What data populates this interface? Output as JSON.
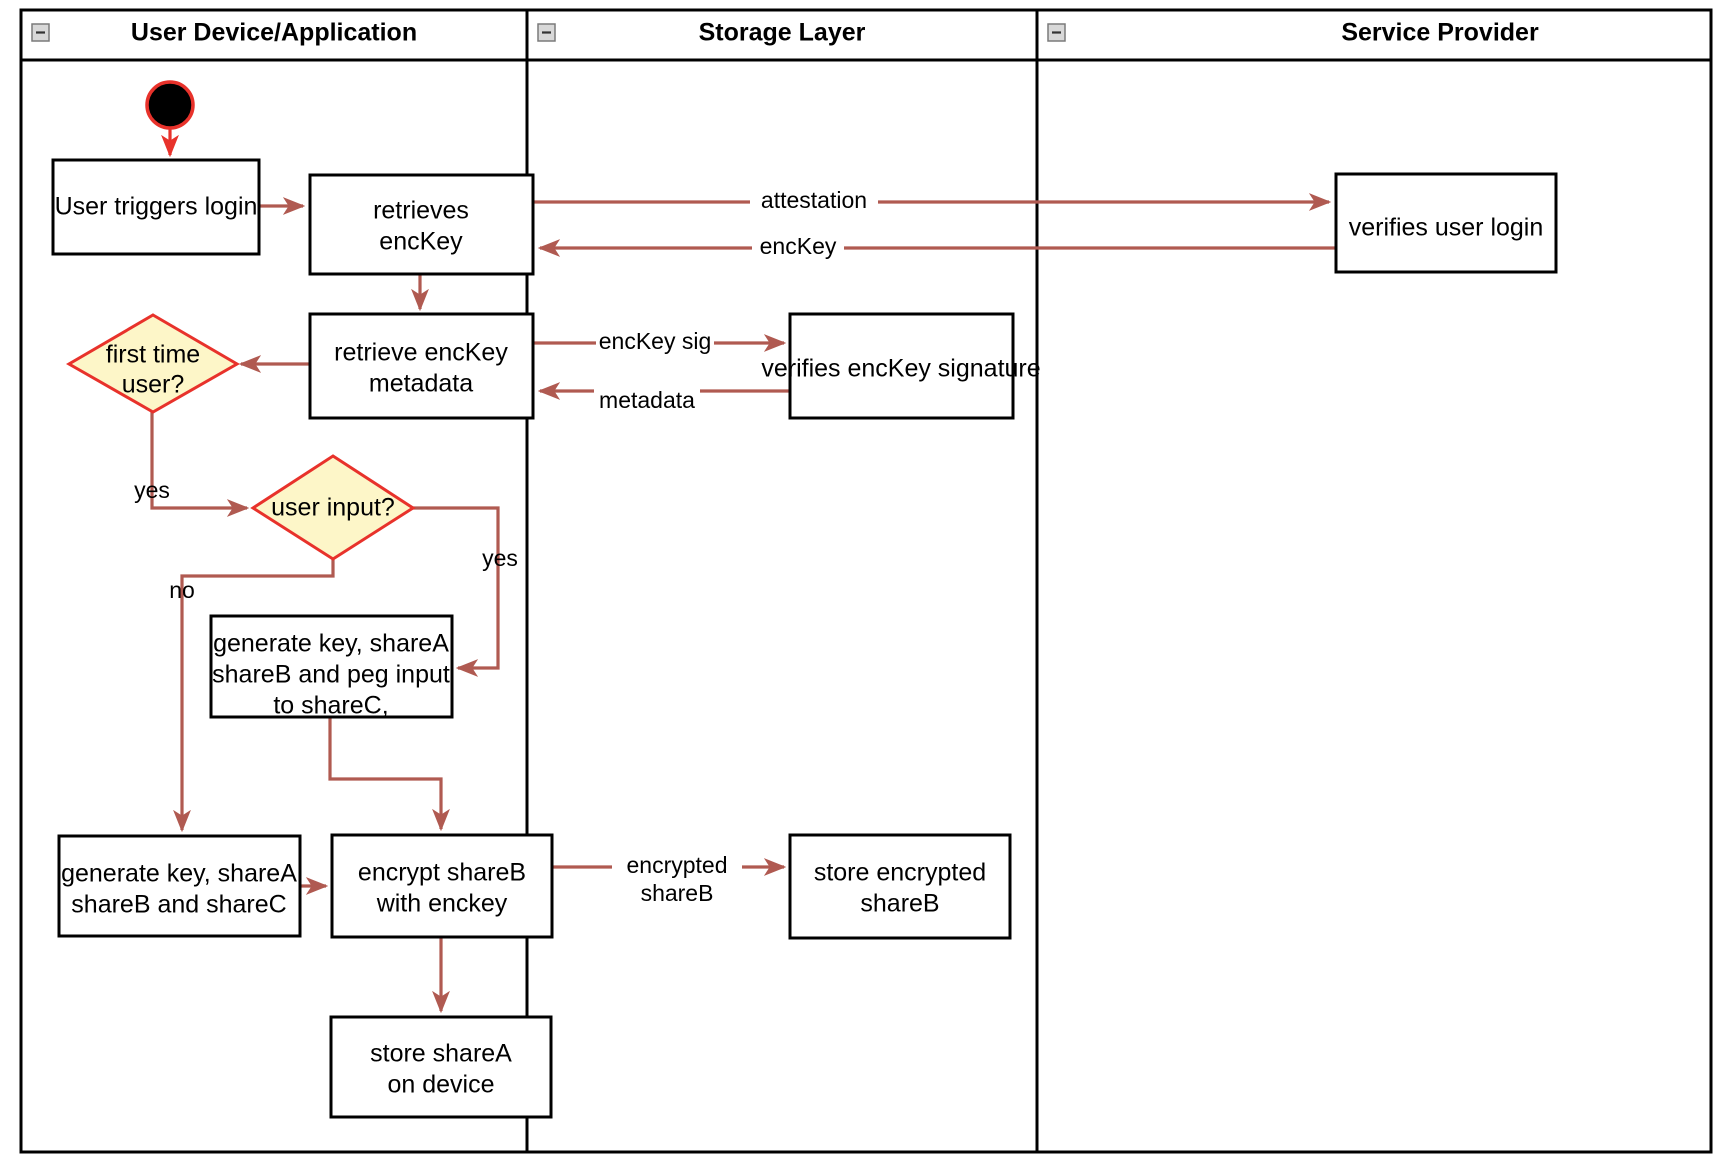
{
  "diagram": {
    "type": "uml-activity-swimlane",
    "title": "",
    "colors": {
      "flow_arrow": "#b05a51",
      "start_arrow": "#e8322b",
      "decision_fill": "#fdf6c8",
      "decision_stroke": "#e8322b",
      "node_fill": "#ffffff",
      "node_stroke": "#000000",
      "frame_stroke": "#000000"
    },
    "lanes": [
      {
        "id": "lane-user-device",
        "title": "User Device/Application",
        "collapse_icon": "minus-box-icon"
      },
      {
        "id": "lane-storage",
        "title": "Storage Layer",
        "collapse_icon": "minus-box-icon"
      },
      {
        "id": "lane-service-provider",
        "title": "Service Provider",
        "collapse_icon": "minus-box-icon"
      }
    ],
    "nodes": [
      {
        "id": "start",
        "kind": "initial-node",
        "label": "",
        "lane": "lane-user-device"
      },
      {
        "id": "user-triggers-login",
        "kind": "action",
        "label": "User triggers login",
        "lines": [
          "User triggers login"
        ],
        "lane": "lane-user-device"
      },
      {
        "id": "retrieves-enckey",
        "kind": "action",
        "label": "retrieves encKey",
        "lines": [
          "retrieves",
          "encKey"
        ],
        "lane": "lane-user-device"
      },
      {
        "id": "verifies-user-login",
        "kind": "action",
        "label": "verifies user login",
        "lines": [
          "verifies user login"
        ],
        "lane": "lane-service-provider"
      },
      {
        "id": "retrieve-enckey-metadata",
        "kind": "action",
        "label": "retrieve encKey metadata",
        "lines": [
          "retrieve encKey",
          "metadata"
        ],
        "lane": "lane-user-device"
      },
      {
        "id": "verifies-enckey-signature",
        "kind": "action",
        "label": "verifies encKey signature",
        "lines": [
          "verifies encKey signature"
        ],
        "lane": "lane-storage"
      },
      {
        "id": "first-time-user",
        "kind": "decision",
        "label": "first time user?",
        "lines": [
          "first time",
          "user?"
        ],
        "lane": "lane-user-device"
      },
      {
        "id": "user-input",
        "kind": "decision",
        "label": "user input?",
        "lines": [
          "user input?"
        ],
        "lane": "lane-user-device"
      },
      {
        "id": "generate-key-peg",
        "kind": "action",
        "label": "generate key, shareA shareB and peg input to shareC,",
        "lines": [
          "generate key, shareA",
          "shareB and peg input",
          "to shareC,"
        ],
        "lane": "lane-user-device"
      },
      {
        "id": "generate-key-sharec",
        "kind": "action",
        "label": "generate key, shareA shareB and shareC",
        "lines": [
          "generate key, shareA",
          "shareB and shareC"
        ],
        "lane": "lane-user-device"
      },
      {
        "id": "encrypt-shareb",
        "kind": "action",
        "label": "encrypt shareB with enckey",
        "lines": [
          "encrypt shareB",
          "with enckey"
        ],
        "lane": "lane-user-device"
      },
      {
        "id": "store-encrypted-shareb",
        "kind": "action",
        "label": "store encrypted shareB",
        "lines": [
          "store encrypted",
          "shareB"
        ],
        "lane": "lane-storage"
      },
      {
        "id": "store-sharea-on-device",
        "kind": "action",
        "label": "store shareA on device",
        "lines": [
          "store shareA",
          "on device"
        ],
        "lane": "lane-user-device"
      }
    ],
    "edges": [
      {
        "id": "edge-start-to-login",
        "from": "start",
        "to": "user-triggers-login",
        "label": ""
      },
      {
        "id": "edge-login-to-retrieves",
        "from": "user-triggers-login",
        "to": "retrieves-enckey",
        "label": ""
      },
      {
        "id": "edge-attestation",
        "from": "retrieves-enckey",
        "to": "verifies-user-login",
        "label": "attestation"
      },
      {
        "id": "edge-enckey",
        "from": "verifies-user-login",
        "to": "retrieves-enckey",
        "label": "encKey"
      },
      {
        "id": "edge-retrieves-to-metadata",
        "from": "retrieves-enckey",
        "to": "retrieve-enckey-metadata",
        "label": ""
      },
      {
        "id": "edge-enckey-sig",
        "from": "retrieve-enckey-metadata",
        "to": "verifies-enckey-signature",
        "label": "encKey sig"
      },
      {
        "id": "edge-metadata",
        "from": "verifies-enckey-signature",
        "to": "retrieve-enckey-metadata",
        "label": "metadata"
      },
      {
        "id": "edge-metadata-to-firsttime",
        "from": "retrieve-enckey-metadata",
        "to": "first-time-user",
        "label": ""
      },
      {
        "id": "edge-firsttime-yes",
        "from": "first-time-user",
        "to": "user-input",
        "label": "yes"
      },
      {
        "id": "edge-userinput-no",
        "from": "user-input",
        "to": "generate-key-sharec",
        "label": "no"
      },
      {
        "id": "edge-userinput-yes",
        "from": "user-input",
        "to": "generate-key-peg",
        "label": "yes"
      },
      {
        "id": "edge-peg-to-encrypt",
        "from": "generate-key-peg",
        "to": "encrypt-shareb",
        "label": ""
      },
      {
        "id": "edge-sharec-to-encrypt",
        "from": "generate-key-sharec",
        "to": "encrypt-shareb",
        "label": ""
      },
      {
        "id": "edge-encrypted-shareb",
        "from": "encrypt-shareb",
        "to": "store-encrypted-shareb",
        "label": "encrypted shareB",
        "lines": [
          "encrypted",
          "shareB"
        ]
      },
      {
        "id": "edge-encrypt-to-store-sharea",
        "from": "encrypt-shareb",
        "to": "store-sharea-on-device",
        "label": ""
      }
    ],
    "edge_labels": {
      "attestation": "attestation",
      "enckey": "encKey",
      "enckey_sig": "encKey sig",
      "metadata": "metadata",
      "yes_firsttime": "yes",
      "no_userinput": "no",
      "yes_userinput": "yes",
      "encrypted_line1": "encrypted",
      "encrypted_line2": "shareB"
    },
    "node_text": {
      "user_triggers_login": "User triggers login",
      "retrieves_l1": "retrieves",
      "retrieves_l2": "encKey",
      "verifies_user_login": "verifies user login",
      "retrieve_meta_l1": "retrieve encKey",
      "retrieve_meta_l2": "metadata",
      "verifies_enckey_signature": "verifies encKey signature",
      "first_time_l1": "first time",
      "first_time_l2": "user?",
      "user_input": "user input?",
      "peg_l1": "generate key, shareA",
      "peg_l2": "shareB and peg input",
      "peg_l3": "to shareC,",
      "sharec_l1": "generate key, shareA",
      "sharec_l2": "shareB and shareC",
      "encrypt_l1": "encrypt shareB",
      "encrypt_l2": "with enckey",
      "store_enc_l1": "store encrypted",
      "store_enc_l2": "shareB",
      "store_sharea_l1": "store shareA",
      "store_sharea_l2": "on device"
    }
  }
}
